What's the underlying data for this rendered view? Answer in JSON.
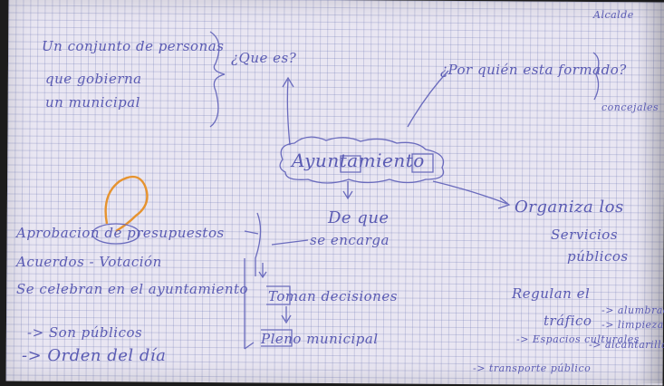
{
  "notes": {
    "left_definition": [
      "Un conjunto de personas",
      "que gobierna",
      "un municipal"
    ],
    "que_es": "¿Que es?",
    "por_quien": "¿Por quién esta formado?",
    "alcalde": "Alcalde",
    "concejales": "concejales",
    "center": "Ayuntamiento",
    "organiza": "Organiza los",
    "servicios": "Servicios",
    "publicos": "públicos",
    "de_que": "De que",
    "se_encarga": "se encarga",
    "left_list": [
      "Aprobacion de presupuestos",
      "Acuerdos - Votación",
      "Se celebran en el ayuntamiento",
      "-> Son públicos",
      "-> Orden del día"
    ],
    "toman": "Toman decisiones",
    "pleno": "Pleno municipal",
    "regulan": "Regulan el",
    "trafico": "tráfico",
    "alumbrado": "-> alumbrado",
    "limpieza": "-> limpieza",
    "espacios": "-> Espacios culturales",
    "alcantarillado": "-> alcantarillado",
    "transporte": "-> transporte público"
  },
  "colors": {
    "ink": "#5a5bb3",
    "highlight": "#e6932f",
    "paper": "#e9e6f2"
  }
}
